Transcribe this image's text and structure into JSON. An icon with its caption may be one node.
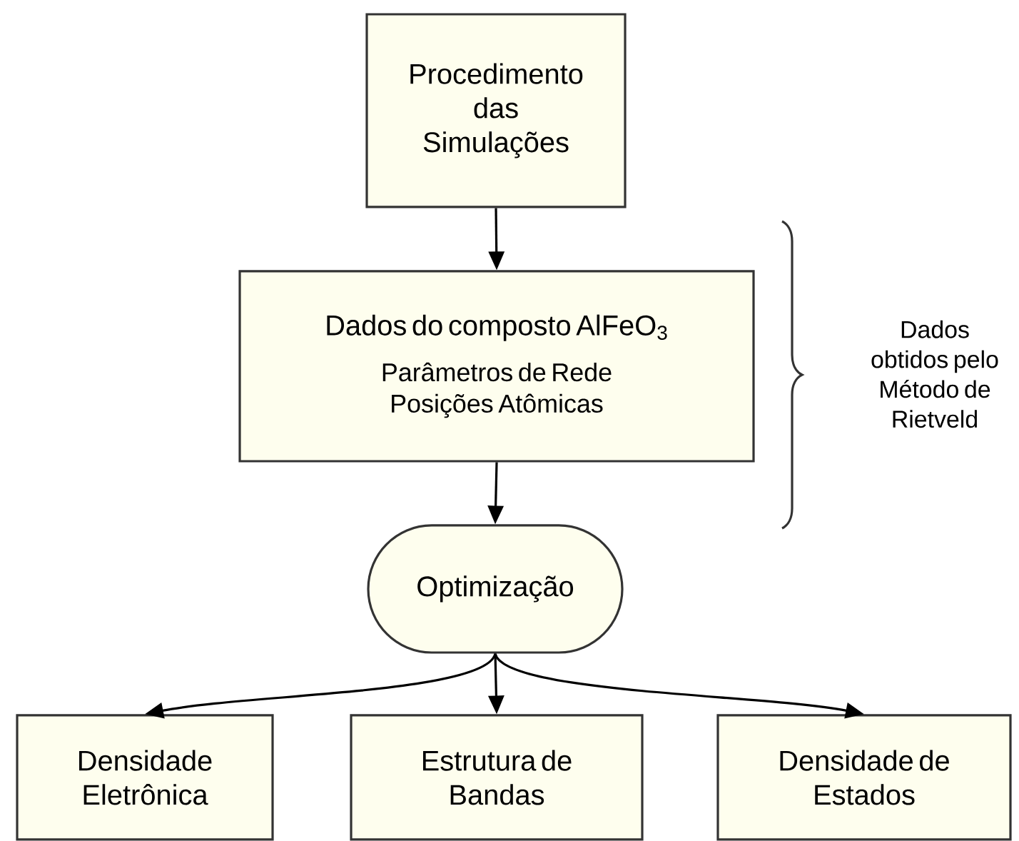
{
  "diagram": {
    "nodes": [
      {
        "text": [
          "Procedimento das Simulações"
        ]
      },
      {
        "text": [
          "Dados do composto AlFeO$_{3}$",
          "Parâmetros de Rede Posições Atômicas"
        ]
      },
      {
        "text": [
          "Optimização"
        ]
      },
      {
        "text": [
          "Densidade Eletrônica"
        ]
      },
      {
        "text": [
          "Estrutura de Bandas"
        ]
      },
      {
        "text": [
          "Densidade de Estados"
        ]
      }
    ],
    "edges": [
      {
        "from": 0,
        "to": 1,
        "arrow": "to"
      },
      {
        "from": 1,
        "to": 2,
        "arrow": "to"
      },
      {
        "from": 2,
        "to": 3,
        "arrow": "to"
      },
      {
        "from": 2,
        "to": 4,
        "arrow": "to"
      },
      {
        "from": 2,
        "to": 5,
        "arrow": "to"
      }
    ],
    "labels": [
      "Dados obtidos pelo Método de Rietveld"
    ]
  }
}
